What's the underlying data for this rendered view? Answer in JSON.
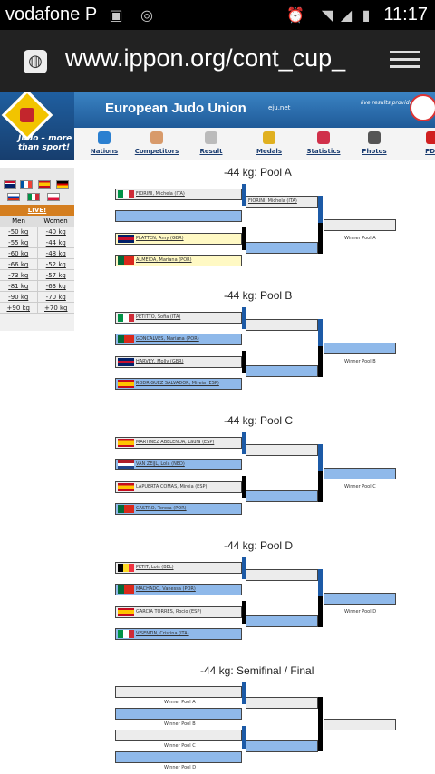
{
  "status": {
    "carrier": "vodafone P",
    "time": "11:17"
  },
  "browser": {
    "url": "www.ippon.org/cont_cup_"
  },
  "header": {
    "title": "European Judo Union",
    "site": "eju.net",
    "live_results": "live results provided by IJF",
    "tagline": "Judo – more than sport!"
  },
  "nav": [
    {
      "label": "Nations",
      "icon": "globe-icon",
      "color": "#2a7fd0"
    },
    {
      "label": "Competitors",
      "icon": "person-icon",
      "color": "#d89a6a"
    },
    {
      "label": "Result",
      "icon": "result-icon",
      "color": "#bbbbbb"
    },
    {
      "label": "Medals",
      "icon": "medal-icon",
      "color": "#e0b020"
    },
    {
      "label": "Statistics",
      "icon": "bar-chart-icon",
      "color": "#d0304a"
    },
    {
      "label": "Photos",
      "icon": "camera-icon",
      "color": "#555555"
    },
    {
      "label": "PDF",
      "icon": "pdf-icon",
      "color": "#d02020"
    }
  ],
  "side": {
    "live": "LIVE!",
    "men_label": "Men",
    "women_label": "Women",
    "men": [
      "-50 kg",
      "-55 kg",
      "-60 kg",
      "-66 kg",
      "-73 kg",
      "-81 kg",
      "-90 kg",
      "+90 kg"
    ],
    "women": [
      "-40 kg",
      "-44 kg",
      "-48 kg",
      "-52 kg",
      "-57 kg",
      "-63 kg",
      "-70 kg",
      "+70 kg"
    ]
  },
  "pools": [
    {
      "title": "-44 kg: Pool A",
      "winner": "Winner Pool A",
      "semi_name": "FIORINI, Michela (ITA)",
      "entries": [
        {
          "name": "FIORINI, Michela (ITA)",
          "flag": "ITA",
          "style": "g"
        },
        {
          "name": "",
          "flag": "",
          "style": "b"
        },
        {
          "name": "PLATTEN, Amy (GBR)",
          "flag": "GBR",
          "style": "y"
        },
        {
          "name": "ALMEIDA, Mariana (POR)",
          "flag": "POR",
          "style": "y"
        }
      ]
    },
    {
      "title": "-44 kg: Pool B",
      "winner": "Winner Pool B",
      "semi_name": "",
      "entries": [
        {
          "name": "PETITTO, Sofia (ITA)",
          "flag": "ITA",
          "style": "g"
        },
        {
          "name": "GONCALVES, Mariana (POR)",
          "flag": "POR",
          "style": "b"
        },
        {
          "name": "HARVEY, Molly (GBR)",
          "flag": "GBR",
          "style": "g"
        },
        {
          "name": "RODRIGUEZ SALVADOR, Mireia (ESP)",
          "flag": "ESP",
          "style": "b"
        }
      ]
    },
    {
      "title": "-44 kg: Pool C",
      "winner": "Winner Pool C",
      "semi_name": "",
      "entries": [
        {
          "name": "MARTINEZ ABELENDA, Laura (ESP)",
          "flag": "ESP",
          "style": "g"
        },
        {
          "name": "VAN ZEIJL, Lola (NED)",
          "flag": "NED",
          "style": "b"
        },
        {
          "name": "LAPUERTA COMAS, Mireia (ESP)",
          "flag": "ESP",
          "style": "g"
        },
        {
          "name": "CASTRO, Teresa (POR)",
          "flag": "POR",
          "style": "b"
        }
      ]
    },
    {
      "title": "-44 kg: Pool D",
      "winner": "Winner Pool D",
      "semi_name": "",
      "entries": [
        {
          "name": "PETIT, Lois (BEL)",
          "flag": "BEL",
          "style": "g"
        },
        {
          "name": "MACHADO, Vanessa (POR)",
          "flag": "POR",
          "style": "b"
        },
        {
          "name": "GARCIA TORRES, Rocio (ESP)",
          "flag": "ESP",
          "style": "g"
        },
        {
          "name": "VISENTIN, Cristina (ITA)",
          "flag": "ITA",
          "style": "b"
        }
      ]
    }
  ],
  "final": {
    "title": "-44 kg: Semifinal / Final",
    "entries": [
      {
        "label": "Winner Pool A"
      },
      {
        "label": "Winner Pool B"
      },
      {
        "label": "Winner Pool C"
      },
      {
        "label": "Winner Pool D"
      }
    ]
  }
}
